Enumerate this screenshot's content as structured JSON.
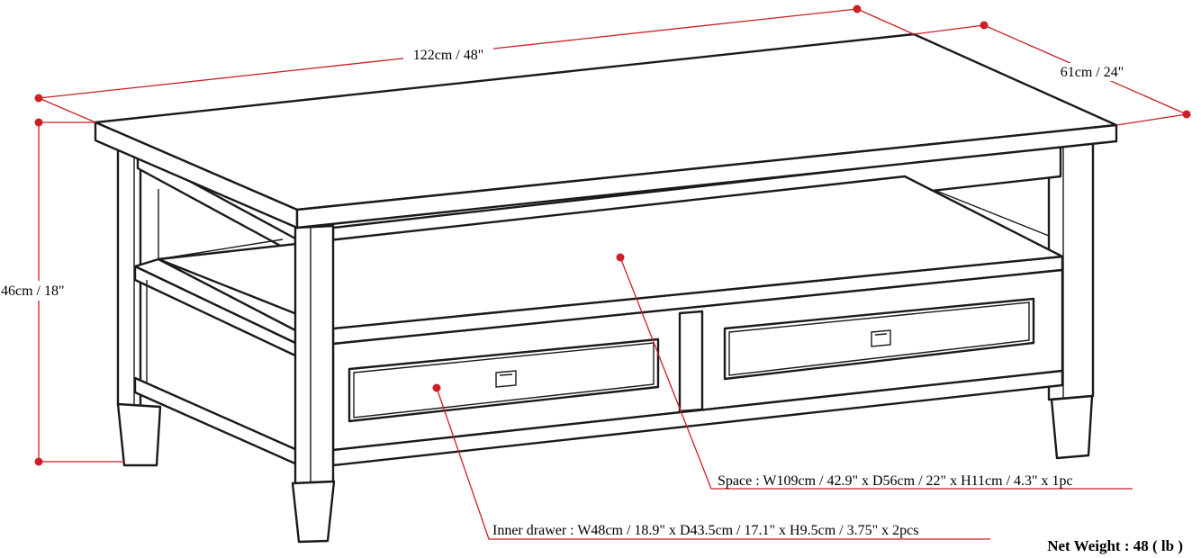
{
  "dimensions": {
    "width": "122cm / 48\"",
    "depth": "61cm / 24\"",
    "height": "46cm / 18\""
  },
  "callouts": {
    "space": "Space : W109cm / 42.9\" x D56cm / 22\" x H11cm / 4.3\" x 1pc",
    "inner_drawer": "Inner drawer : W48cm / 18.9\" x D43.5cm / 17.1\" x H9.5cm / 3.75\" x 2pcs"
  },
  "net_weight": "Net Weight : 48 ( lb )",
  "colors": {
    "dimension_line": "#cc1f26",
    "outline": "#1a1a1a",
    "background": "#ffffff"
  }
}
